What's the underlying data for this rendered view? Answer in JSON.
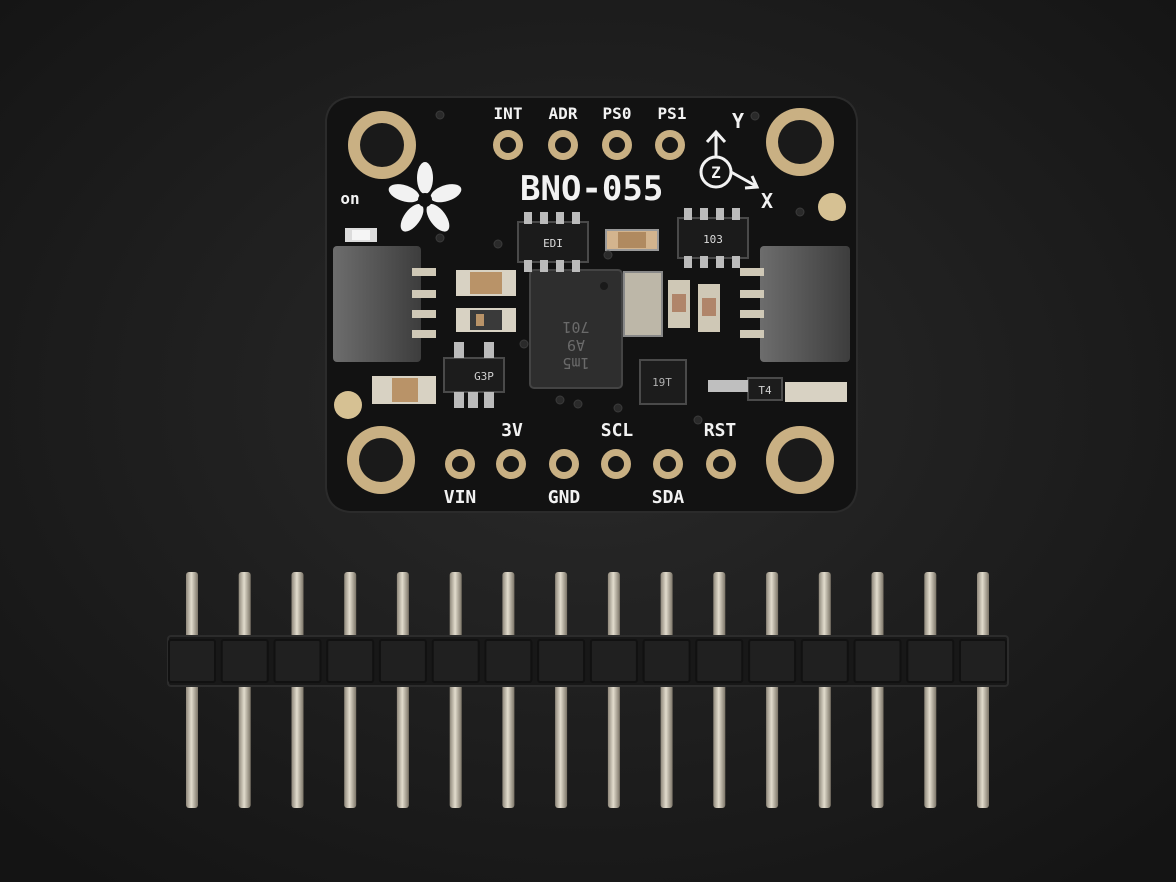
{
  "board": {
    "name": "BNO-055",
    "top_pins": [
      "INT",
      "ADR",
      "PS0",
      "PS1"
    ],
    "bottom_pins_upper": [
      "3V",
      "SCL",
      "RST"
    ],
    "bottom_pins_lower": [
      "VIN",
      "GND",
      "SDA"
    ],
    "led_label": "on",
    "axis_y": "Y",
    "axis_x": "X",
    "axis_z": "Z",
    "chip_markings": [
      "EDI",
      "103",
      "G3P",
      "T4",
      "19T",
      "701",
      "A9",
      "1m5"
    ]
  },
  "header": {
    "pin_count": 16
  },
  "colors": {
    "pcb": "#121212",
    "silkscreen": "#f2f2f2",
    "gold": "#c9b083",
    "pin_metal": "#bfb8a8",
    "plastic": "#181818"
  }
}
